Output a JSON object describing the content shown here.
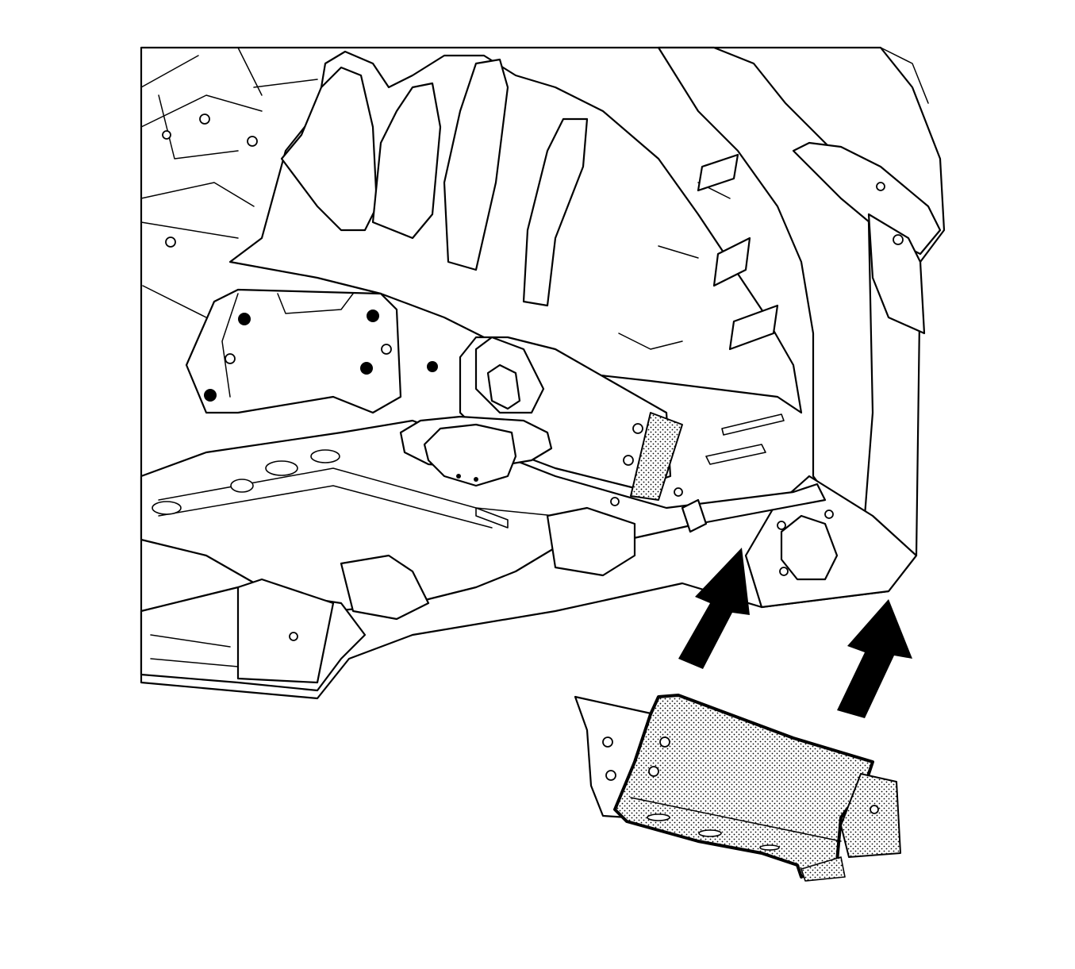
{
  "diagram": {
    "parts": [
      {
        "name": "vehicle-underbody",
        "role": "installed-structure"
      },
      {
        "name": "rear-wheelhouse",
        "role": "installed-structure"
      },
      {
        "name": "rear-frame-rail",
        "role": "installed-structure"
      },
      {
        "name": "spare-tire-well",
        "role": "installed-structure"
      },
      {
        "name": "heat-shield",
        "role": "component-being-installed",
        "highlight": "stippled"
      }
    ],
    "arrows": [
      {
        "name": "install-arrow-left",
        "direction": "up-right"
      },
      {
        "name": "install-arrow-right",
        "direction": "up-right"
      }
    ],
    "colors": {
      "line": "#000000",
      "background": "#ffffff",
      "highlight_pattern": "stipple"
    }
  }
}
